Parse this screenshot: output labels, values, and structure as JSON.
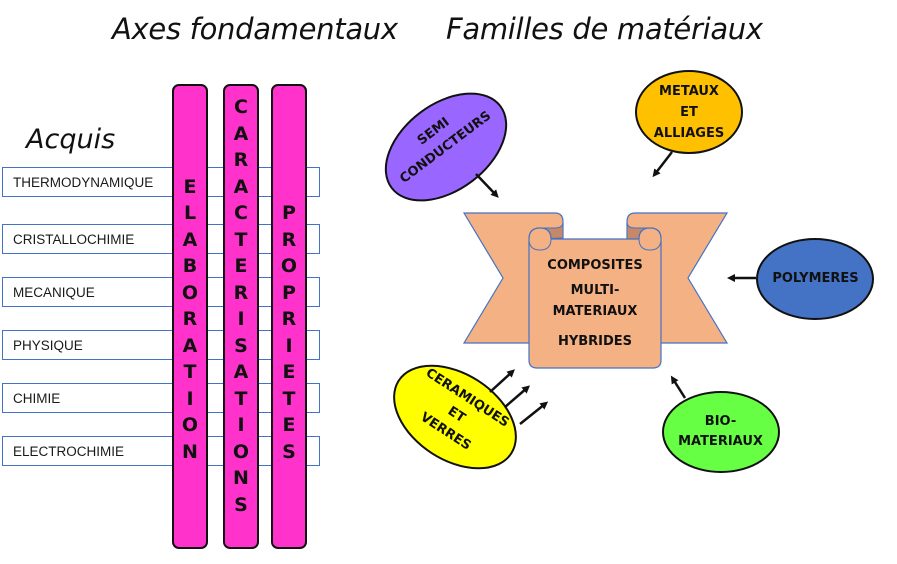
{
  "titles": {
    "left": "Axes fondamentaux",
    "right": "Familles de matériaux"
  },
  "acquis": {
    "label": "Acquis",
    "items": [
      "THERMODYNAMIQUE",
      "CRISTALLOCHIMIE",
      "MECANIQUE",
      "PHYSIQUE",
      "CHIMIE",
      "ELECTROCHIMIE"
    ]
  },
  "pillars": [
    {
      "label": "ELABORATION",
      "letters": [
        "",
        "",
        "",
        "E",
        "L",
        "A",
        "B",
        "O",
        "R",
        "A",
        "T",
        "I",
        "O",
        "N"
      ]
    },
    {
      "label": "CARACTERISATIONS",
      "letters": [
        "C",
        "A",
        "R",
        "A",
        "C",
        "T",
        "E",
        "R",
        "I",
        "S",
        "A",
        "T",
        "I",
        "O",
        "N",
        "S"
      ]
    },
    {
      "label": "PROPRIETES",
      "letters": [
        "",
        "",
        "",
        "",
        "P",
        "R",
        "O",
        "P",
        "R",
        "I",
        "E",
        "T",
        "E",
        "S"
      ]
    }
  ],
  "center": {
    "line1": "COMPOSITES",
    "line2": "MULTI-",
    "line3": "MATERIAUX",
    "line4": "HYBRIDES",
    "fill": "#f4b183",
    "edge": "#4472c4"
  },
  "families": {
    "semi": {
      "line1": "SEMI",
      "line2": "CONDUCTEURS",
      "color": "#9966ff"
    },
    "metaux": {
      "line1": "METAUX",
      "line2": "ET",
      "line3": "ALLIAGES",
      "color": "#ffc000"
    },
    "polymeres": {
      "line1": "POLYMERES",
      "color": "#4472c4"
    },
    "bio": {
      "line1": "BIO-",
      "line2": "MATERIAUX",
      "color": "#66ff44"
    },
    "ceramiques": {
      "line1": "CERAMIQUES",
      "line2": "ET",
      "line3": "VERRES",
      "color": "#ffff00"
    }
  },
  "colors": {
    "pillar": "#ff33cc",
    "acquis_border": "#4472c4"
  }
}
